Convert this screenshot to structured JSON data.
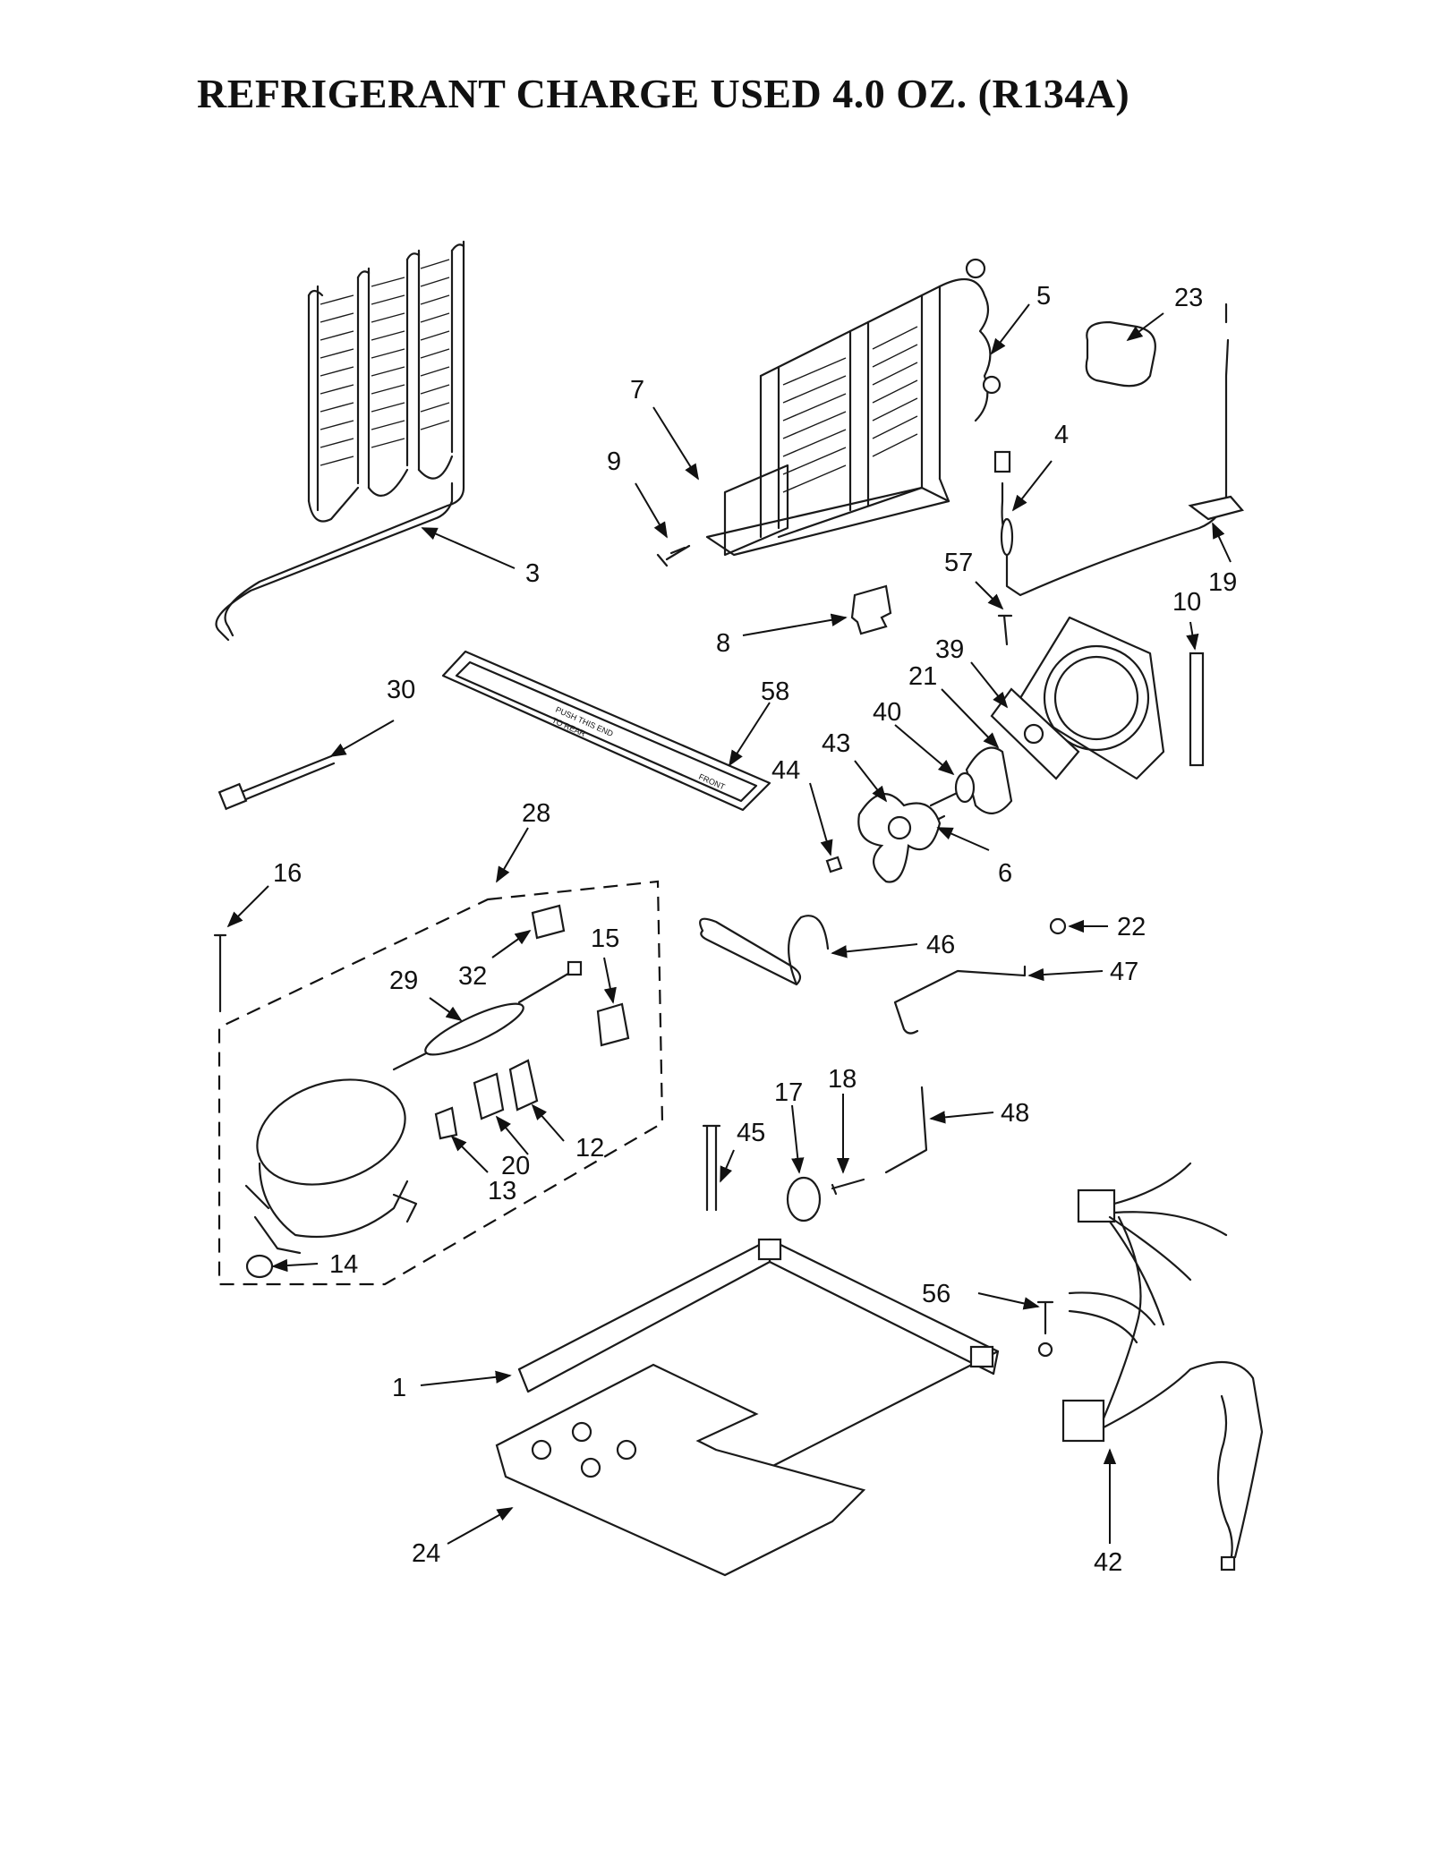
{
  "title": "REFRIGERANT CHARGE USED 4.0  OZ. (R134A)",
  "callouts": {
    "n1": "1",
    "n3": "3",
    "n4": "4",
    "n5": "5",
    "n6": "6",
    "n7": "7",
    "n8": "8",
    "n9": "9",
    "n10": "10",
    "n12": "12",
    "n13": "13",
    "n14": "14",
    "n15": "15",
    "n16": "16",
    "n17": "17",
    "n18": "18",
    "n19": "19",
    "n20": "20",
    "n21": "21",
    "n22": "22",
    "n23": "23",
    "n24": "24",
    "n28": "28",
    "n29": "29",
    "n30": "30",
    "n32": "32",
    "n39": "39",
    "n40": "40",
    "n42": "42",
    "n43": "43",
    "n44": "44",
    "n45": "45",
    "n46": "46",
    "n47": "47",
    "n48": "48",
    "n56": "56",
    "n57": "57",
    "n58": "58"
  },
  "drain_pan_text": {
    "push_line1": "PUSH THIS END",
    "push_line2": "TO REAR",
    "front": "FRONT"
  }
}
